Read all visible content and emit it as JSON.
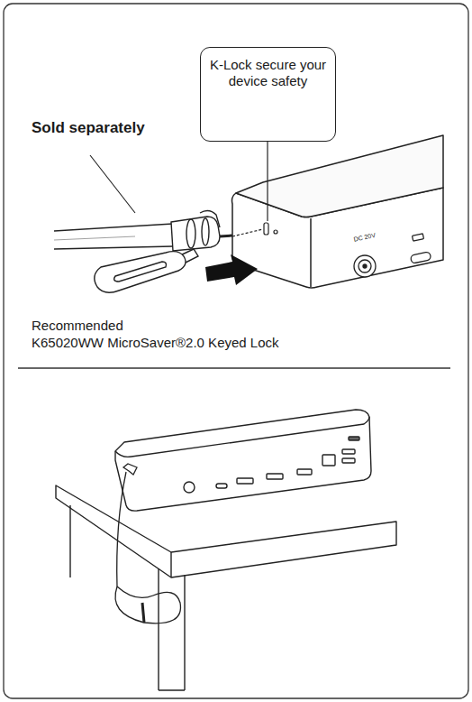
{
  "diagram": {
    "nodes": [
      {
        "text": [
          "K-Lock secure your device safety"
        ]
      }
    ],
    "labels": [
      "Sold separately",
      "DC 20V",
      "Recommended",
      "K65020WW MicroSaver®2.0 Keyed Lock"
    ]
  }
}
